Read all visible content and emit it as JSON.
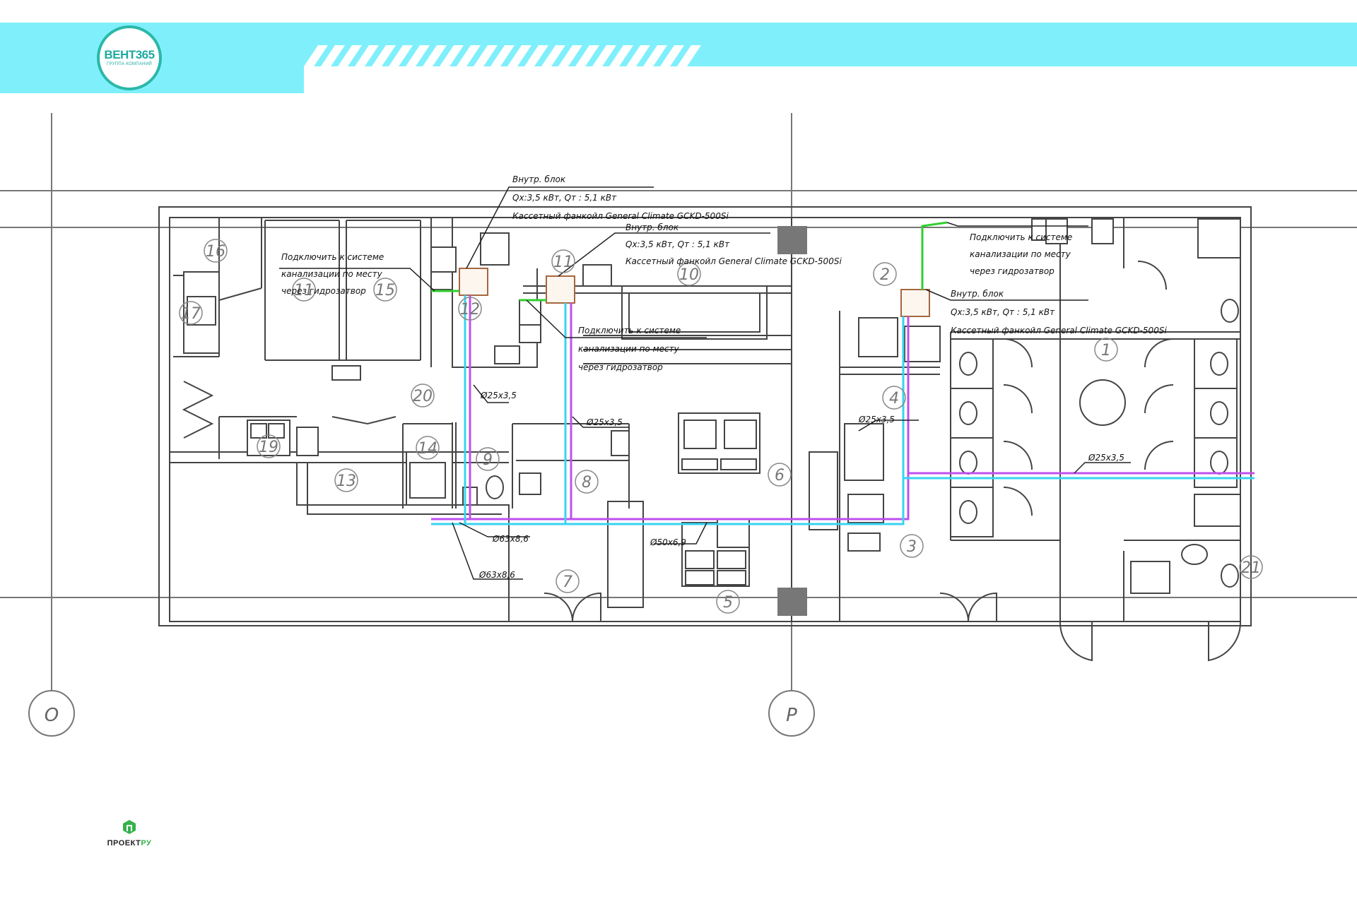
{
  "header": {
    "brand": "ВЕНТ365",
    "brand_sub": "ГРУППА КОМПАНИЙ",
    "colors": {
      "band": "#7ff0fb",
      "brand": "#1eaaa0"
    }
  },
  "plan": {
    "axis_labels": {
      "left": "О",
      "right": "Р"
    },
    "rooms": [
      "16",
      "17",
      "11",
      "15",
      "12",
      "11",
      "10",
      "2",
      "1",
      "20",
      "4",
      "19",
      "13",
      "14",
      "9",
      "8",
      "6",
      "3",
      "7",
      "5",
      "21"
    ],
    "callouts": [
      {
        "title": "Внутр. блок",
        "power": "Qх:3,5 кВт, Qт : 5,1 кВт",
        "model": "Кассетный фанкойл General Climate GCKD-500Si"
      },
      {
        "title": "Внутр. блок",
        "power": "Qх:3,5 кВт, Qт : 5,1 кВт",
        "model": "Кассетный фанкойл General Climate GCKD-500Si"
      },
      {
        "title": "Внутр. блок",
        "power": "Qх:3,5 кВт, Qт : 5,1 кВт",
        "model": "Кассетный фанкойл General Climate GCKD-500Si"
      }
    ],
    "drain_notes": [
      {
        "line1": "Подключить к системе",
        "line2": "канализации по месту",
        "line3": "через гидрозатвор"
      },
      {
        "line1": "Подключить к системе",
        "line2": "канализации по месту",
        "line3": "через гидрозатвор"
      },
      {
        "line1": "Подключить к системе",
        "line2": "канализации по месту",
        "line3": "через гидрозатвор"
      }
    ],
    "pipe_labels": [
      "Ø25х3,5",
      "Ø25х3,5",
      "Ø25х3,5",
      "Ø25х3,5",
      "Ø63х8,6",
      "Ø50х6,9",
      "Ø63х8,6"
    ],
    "colors": {
      "supply": "#c04ff0",
      "return": "#38d4f0",
      "drain": "#2fcf2f",
      "unit": "#a5673f",
      "lines": "#444444"
    }
  },
  "footer": {
    "brand_a": "ПРОЕКТ",
    "brand_b": "РУ",
    "color": "#35b24a"
  }
}
